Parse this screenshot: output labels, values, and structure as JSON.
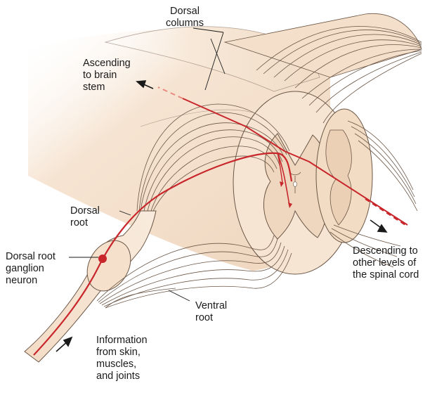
{
  "labels": {
    "dorsal_columns": [
      "Dorsal",
      "columns"
    ],
    "ascending": [
      "Ascending",
      "to brain",
      "stem"
    ],
    "dorsal_root": [
      "Dorsal",
      "root"
    ],
    "dorsal_root_ganglion": [
      "Dorsal root",
      "ganglion",
      "neuron"
    ],
    "descending": [
      "Descending to",
      "other levels of",
      "the spinal cord"
    ],
    "ventral_root": [
      "Ventral",
      "root"
    ],
    "information": [
      "Information",
      "from skin,",
      "muscles,",
      "and joints"
    ]
  },
  "colors": {
    "tissue": "#f5e3d0",
    "tissue_light": "#fbf1e6",
    "tissue_shadow": "#e3c7ab",
    "outline": "#6b5646",
    "neuron": "#c8262b",
    "neuron_light": "#e88a80",
    "arrow": "#1a1a1a"
  }
}
